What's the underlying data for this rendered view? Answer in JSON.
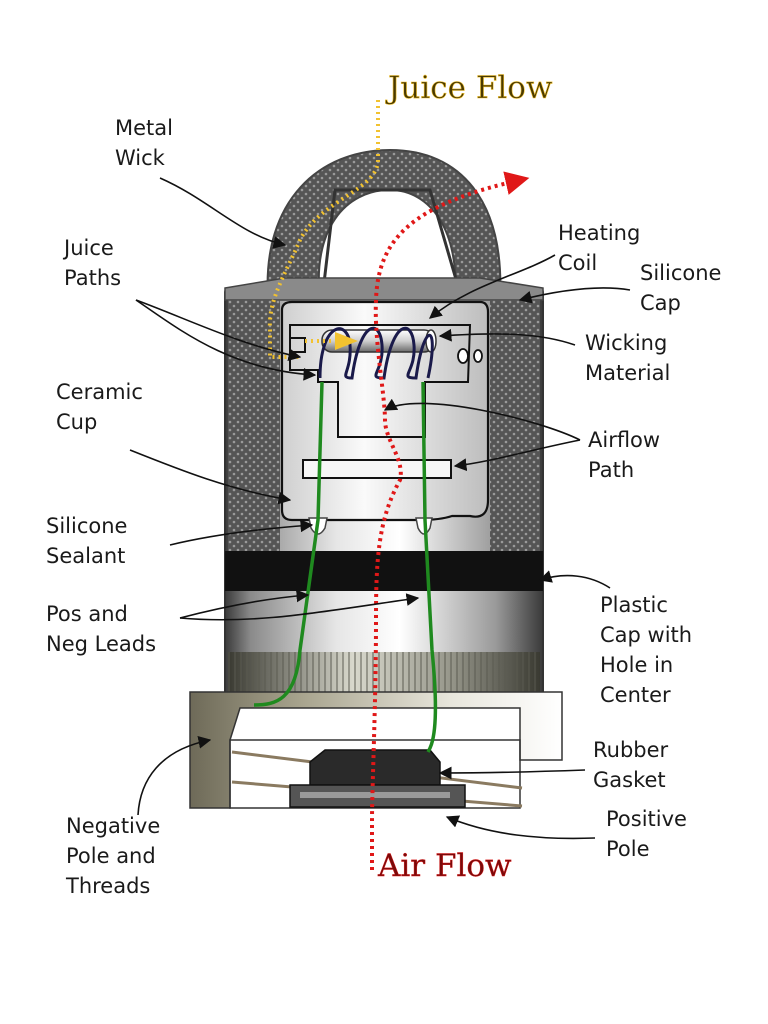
{
  "diagram": {
    "titles": {
      "juice_flow": "Juice Flow",
      "air_flow": "Air Flow"
    },
    "labels": {
      "metal_wick": [
        "Metal",
        "Wick"
      ],
      "juice_paths": [
        "Juice",
        "Paths"
      ],
      "heating_coil": [
        "Heating",
        "Coil"
      ],
      "silicone_cap": [
        "Silicone",
        "Cap"
      ],
      "wicking_material": [
        "Wicking",
        "Material"
      ],
      "ceramic_cup": [
        "Ceramic",
        "Cup"
      ],
      "airflow_path": [
        "Airflow",
        "Path"
      ],
      "silicone_sealant": [
        "Silicone",
        "Sealant"
      ],
      "pos_neg_leads": [
        "Pos and",
        "Neg Leads"
      ],
      "plastic_cap": [
        "Plastic",
        "Cap with",
        "Hole in",
        "Center"
      ],
      "rubber_gasket": [
        "Rubber",
        "Gasket"
      ],
      "negative_pole": [
        "Negative",
        "Pole and",
        "Threads"
      ],
      "positive_pole": [
        "Positive",
        "Pole"
      ]
    },
    "colors": {
      "juice_flow": "#f2c230",
      "air_flow": "#e01818",
      "air_flow_text": "#7a0a0a",
      "juice_flow_text": "#4a3a00",
      "leads": "#1f8a1f",
      "coil": "#1a1a4a",
      "band": "#111111"
    }
  }
}
